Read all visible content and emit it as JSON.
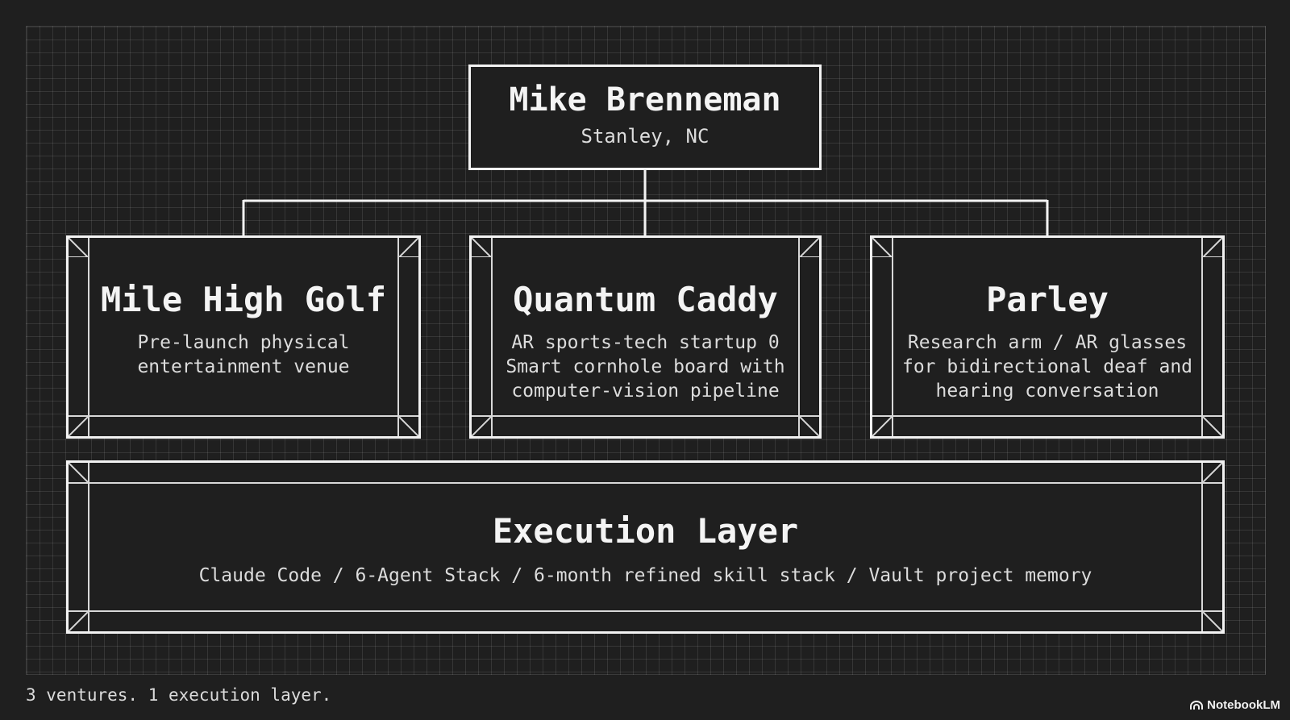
{
  "root": {
    "name": "Mike Brenneman",
    "location": "Stanley, NC"
  },
  "ventures": [
    {
      "title": "Mile High Golf",
      "lines": [
        "Pre-launch physical",
        "entertainment venue"
      ]
    },
    {
      "title": "Quantum Caddy",
      "lines": [
        "AR sports-tech startup 0",
        "Smart cornhole board with",
        "computer-vision pipeline"
      ]
    },
    {
      "title": "Parley",
      "lines": [
        "Research arm / AR glasses",
        "for bidirectional deaf and",
        "hearing conversation"
      ]
    }
  ],
  "execution": {
    "title": "Execution Layer",
    "description": "Claude Code / 6-Agent Stack / 6-month refined skill stack / Vault project memory"
  },
  "footer": {
    "caption": "3 ventures. 1 execution layer."
  },
  "brand": {
    "label": "NotebookLM",
    "icon": "notebooklm-logo-icon"
  },
  "colors": {
    "background": "#1f1f1f",
    "stroke": "#f2f2f2",
    "text": "#e8e8e8"
  }
}
